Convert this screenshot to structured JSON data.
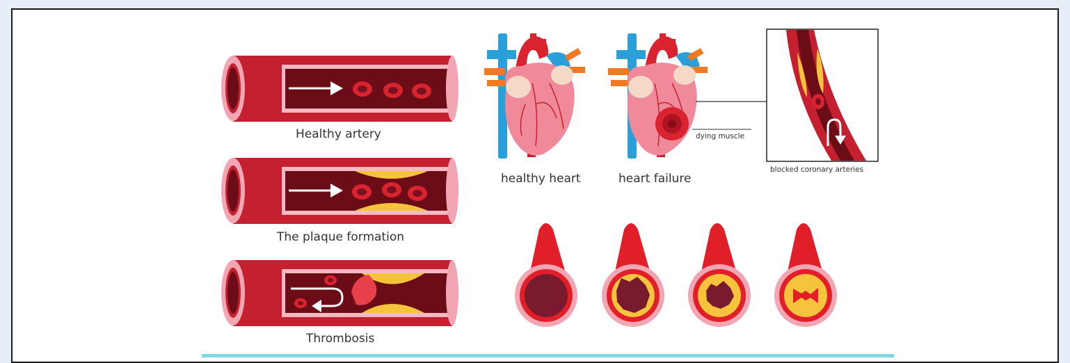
{
  "labels": {
    "healthy_artery": "Healthy  artery",
    "plaque_formation": "The plaque formation",
    "thrombosis": "Thrombosis",
    "healthy_heart": "healthy heart",
    "heart_failure": "heart failure",
    "dying_muscle": "dying muscle",
    "blocked_arteries": "blocked coronary arteries"
  },
  "colors": {
    "artery_red": "#c4202f",
    "lumen_dark": "#6b0c16",
    "wall_pink": "#f2a6b3",
    "plaque_yellow": "#f6c33c",
    "vein_blue": "#2a9fd8",
    "vessel_orange": "#f07a22",
    "heart_pink": "#f08a9a"
  },
  "icons": [
    "healthy-artery-icon",
    "plaque-artery-icon",
    "thrombosis-artery-icon",
    "healthy-heart-icon",
    "failing-heart-icon",
    "blocked-coronary-inset-icon",
    "narrowing-artery-stage-1",
    "narrowing-artery-stage-2",
    "narrowing-artery-stage-3",
    "narrowing-artery-stage-4"
  ]
}
